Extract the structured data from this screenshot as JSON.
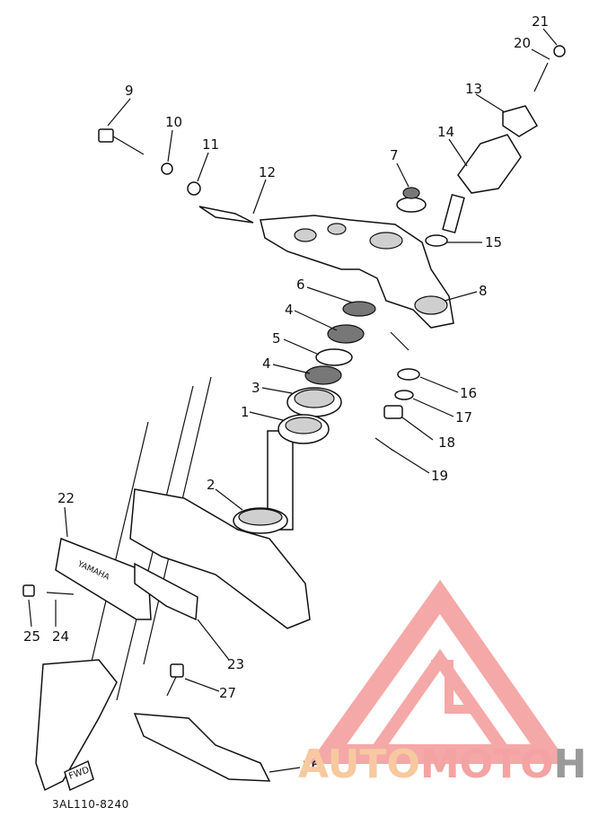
{
  "diagram": {
    "code": "3AL110-8240",
    "fwd_label": "FWD",
    "brand_on_part": "YAMAHA",
    "callouts": [
      {
        "id": "c1",
        "label": "1"
      },
      {
        "id": "c2",
        "label": "2"
      },
      {
        "id": "c3",
        "label": "3"
      },
      {
        "id": "c4a",
        "label": "4"
      },
      {
        "id": "c4b",
        "label": "4"
      },
      {
        "id": "c5",
        "label": "5"
      },
      {
        "id": "c6",
        "label": "6"
      },
      {
        "id": "c7",
        "label": "7"
      },
      {
        "id": "c8",
        "label": "8"
      },
      {
        "id": "c9",
        "label": "9"
      },
      {
        "id": "c10",
        "label": "10"
      },
      {
        "id": "c11",
        "label": "11"
      },
      {
        "id": "c12",
        "label": "12"
      },
      {
        "id": "c13",
        "label": "13"
      },
      {
        "id": "c14",
        "label": "14"
      },
      {
        "id": "c15",
        "label": "15"
      },
      {
        "id": "c16",
        "label": "16"
      },
      {
        "id": "c17",
        "label": "17"
      },
      {
        "id": "c18",
        "label": "18"
      },
      {
        "id": "c19",
        "label": "19"
      },
      {
        "id": "c20",
        "label": "20"
      },
      {
        "id": "c21",
        "label": "21"
      },
      {
        "id": "c22",
        "label": "22"
      },
      {
        "id": "c23",
        "label": "23"
      },
      {
        "id": "c24",
        "label": "24"
      },
      {
        "id": "c25",
        "label": "25"
      },
      {
        "id": "c26",
        "label": "26"
      },
      {
        "id": "c27",
        "label": "27"
      }
    ]
  },
  "watermark": {
    "part1": "AUTO",
    "part2": "MOTO",
    "part3": "HUB",
    "colors": {
      "auto": "#f7c9a0",
      "moto": "#f4a3a3",
      "hub": "#9a9a9a",
      "logo": "#f28b8b"
    }
  }
}
